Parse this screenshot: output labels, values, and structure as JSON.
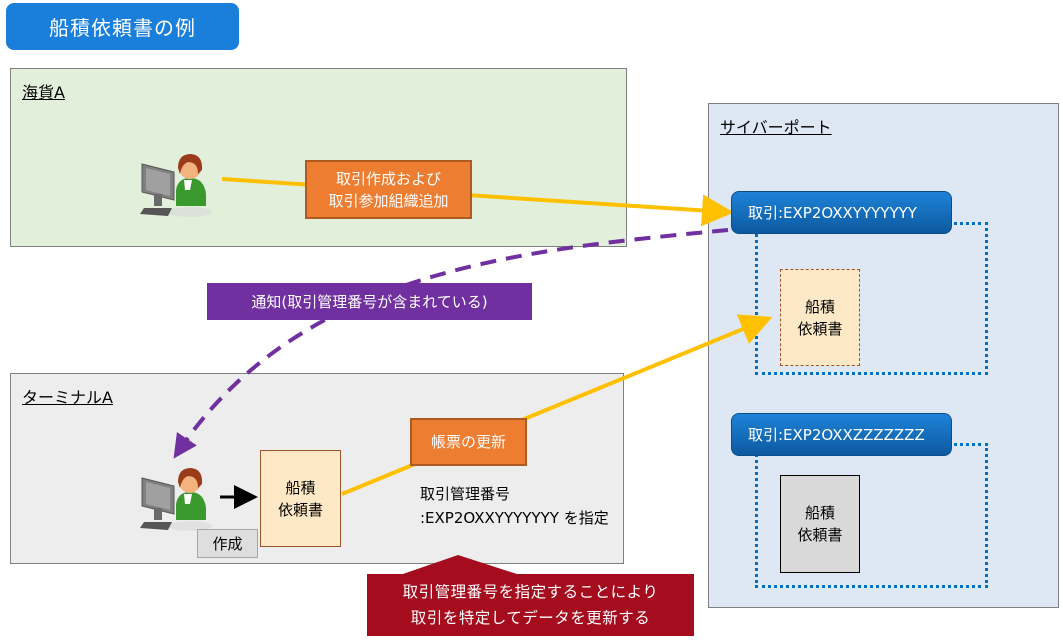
{
  "title": "船積依頼書の例",
  "regions": {
    "kaika": {
      "label": "海貨A"
    },
    "terminal": {
      "label": "ターミナルA"
    },
    "cyberport": {
      "label": "サイバーポート"
    }
  },
  "kaika_action": {
    "line1": "取引作成および",
    "line2": "取引参加組織追加"
  },
  "notification": {
    "label": "通知(取引管理番号が含まれている)"
  },
  "terminal_action": {
    "label": "帳票の更新"
  },
  "create_label": "作成",
  "document": {
    "line1": "船積",
    "line2": "依頼書"
  },
  "reference": {
    "line1": "取引管理番号",
    "line2": ":EXP2OXXYYYYYYY を指定"
  },
  "callout": {
    "line1": "取引管理番号を指定することにより",
    "line2": "取引を特定してデータを更新する"
  },
  "transactions": [
    {
      "label": "取引:EXP2OXXYYYYYYY",
      "document": {
        "line1": "船積",
        "line2": "依頼書"
      },
      "state": "updated"
    },
    {
      "label": "取引:EXP2OXXZZZZZZZ",
      "document": {
        "line1": "船積",
        "line2": "依頼書"
      },
      "state": "other"
    }
  ],
  "colors": {
    "title_bg": "#1a7fdb",
    "kaika_bg": "#e2efda",
    "terminal_bg": "#ededed",
    "cyberport_bg": "#dde8f4",
    "action_orange": "#ed7d31",
    "notify_purple": "#7030a0",
    "callout_red": "#a50d1f",
    "arrow_yellow": "#ffc000",
    "frame_blue": "#0070c0"
  }
}
